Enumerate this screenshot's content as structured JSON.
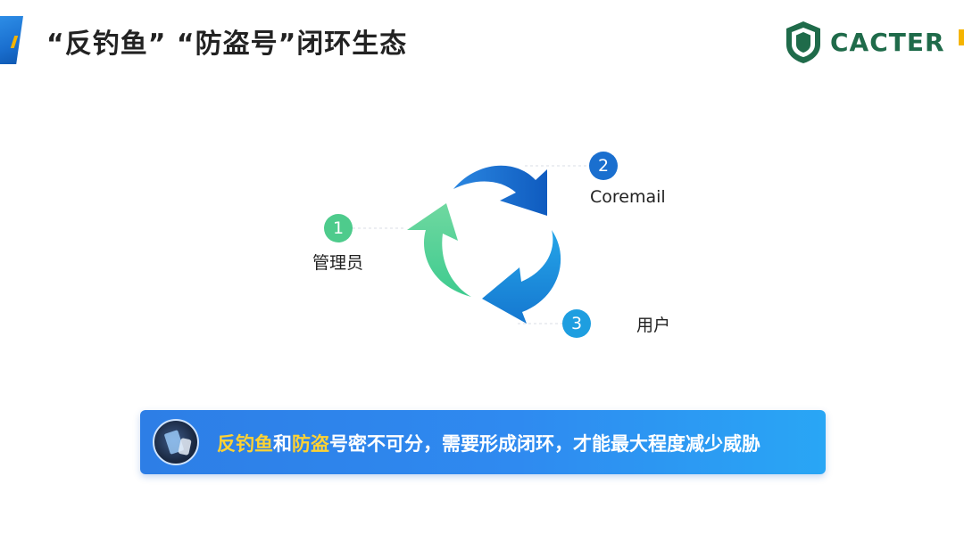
{
  "header": {
    "title": "“反钓鱼” “防盗号”闭环生态",
    "brand_name": "CACTER",
    "brand_color": "#1f6b4a"
  },
  "cycle": {
    "nodes": [
      {
        "number": "1",
        "label": "管理员",
        "color": "#4ecb8c"
      },
      {
        "number": "2",
        "label": "Coremail",
        "color": "#1a6fcf"
      },
      {
        "number": "3",
        "label": "用户",
        "color": "#1e9ee0"
      }
    ]
  },
  "banner": {
    "segments": [
      {
        "text": "反钓鱼",
        "highlight": true
      },
      {
        "text": "和",
        "highlight": false
      },
      {
        "text": "防盗",
        "highlight": true
      },
      {
        "text": "号密不可分，需要形成闭环，才能最大程度减少威胁",
        "highlight": false
      }
    ],
    "highlight_color": "#ffd233"
  }
}
